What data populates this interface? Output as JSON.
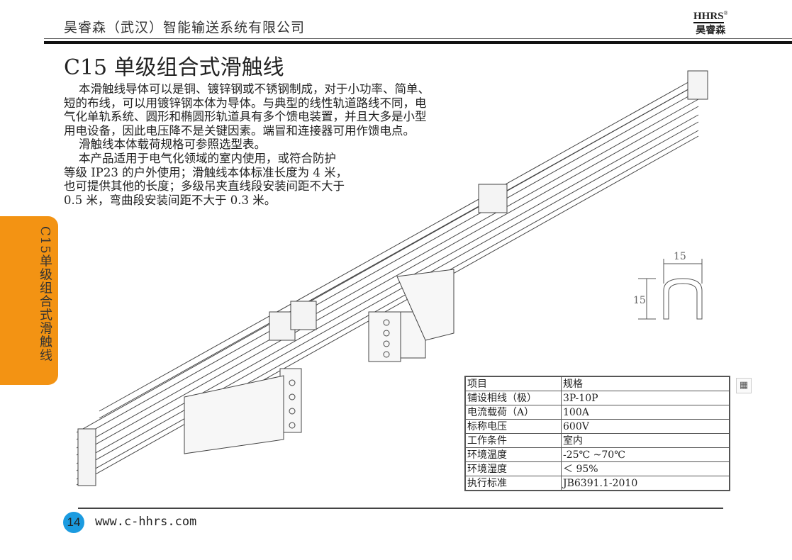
{
  "header": {
    "company": "昊睿森（武汉）智能输送系统有限公司",
    "logo_en": "HHRS",
    "logo_reg": "®",
    "logo_cn": "昊睿森"
  },
  "title": "C15 单级组合式滑触线",
  "body_text": "    本滑触线导体可以是铜、镀锌钢或不锈钢制成，对于小功率、简单、\n短的布线，可以用镀锌钢本体为导体。与典型的线性轨道路线不同，电\n气化单轨系统、圆形和椭圆形轨道具有多个馈电装置，并且大多是小型\n用电设备，因此电压降不是关键因素。端冒和连接器可用作馈电点。\n    滑触线本体载荷规格可参照选型表。\n    本产品适用于电气化领域的室内使用，或符合防护\n等级 IP23 的户外使用；滑触线本体标准长度为 4 米，\n也可提供其他的长度；多级吊夹直线段安装间距不大于\n0.5 米，弯曲段安装间距不大于 0.3 米。",
  "side_tab": "C15单级组合式滑触线",
  "profile": {
    "width_label": "15",
    "height_label": "15"
  },
  "spec_table": [
    {
      "k": "项目",
      "v": "规格"
    },
    {
      "k": "铺设相线（极）",
      "v": "3P-10P"
    },
    {
      "k": "电流载荷（A）",
      "v": "100A"
    },
    {
      "k": "标称电压",
      "v": "600V"
    },
    {
      "k": "工作条件",
      "v": "室内"
    },
    {
      "k": "环境温度",
      "v": "-25℃ ~70℃"
    },
    {
      "k": "环境湿度",
      "v": "＜ 95%"
    },
    {
      "k": "执行标准",
      "v": "JB6391.1-2010"
    }
  ],
  "qr_icon": "qr-code-icon",
  "footer": {
    "page": "14",
    "url": "www.c-hhrs.com"
  },
  "colors": {
    "accent": "#f39313",
    "page_badge": "#1b9be0"
  }
}
